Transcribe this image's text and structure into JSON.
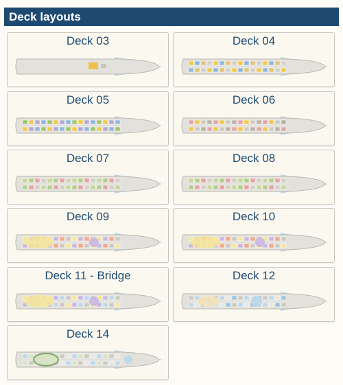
{
  "header": {
    "title": "Deck layouts"
  },
  "decks": [
    {
      "label": "Deck 03",
      "variant": "low"
    },
    {
      "label": "Deck 04",
      "variant": "cabins-blue"
    },
    {
      "label": "Deck 05",
      "variant": "public"
    },
    {
      "label": "Deck 06",
      "variant": "cabins-grey"
    },
    {
      "label": "Deck 07",
      "variant": "cabins-green"
    },
    {
      "label": "Deck 08",
      "variant": "cabins-green"
    },
    {
      "label": "Deck 09",
      "variant": "yellow-spa"
    },
    {
      "label": "Deck 10",
      "variant": "yellow-spa"
    },
    {
      "label": "Deck 11 - Bridge",
      "variant": "bridge"
    },
    {
      "label": "Deck 12",
      "variant": "pool"
    },
    {
      "label": "Deck 14",
      "variant": "top"
    }
  ],
  "colors": {
    "header_bg": "#1e4a72",
    "title_text": "#1e4a72",
    "hull": "#e3e1dc",
    "bow_water": "#bcd9ea"
  }
}
